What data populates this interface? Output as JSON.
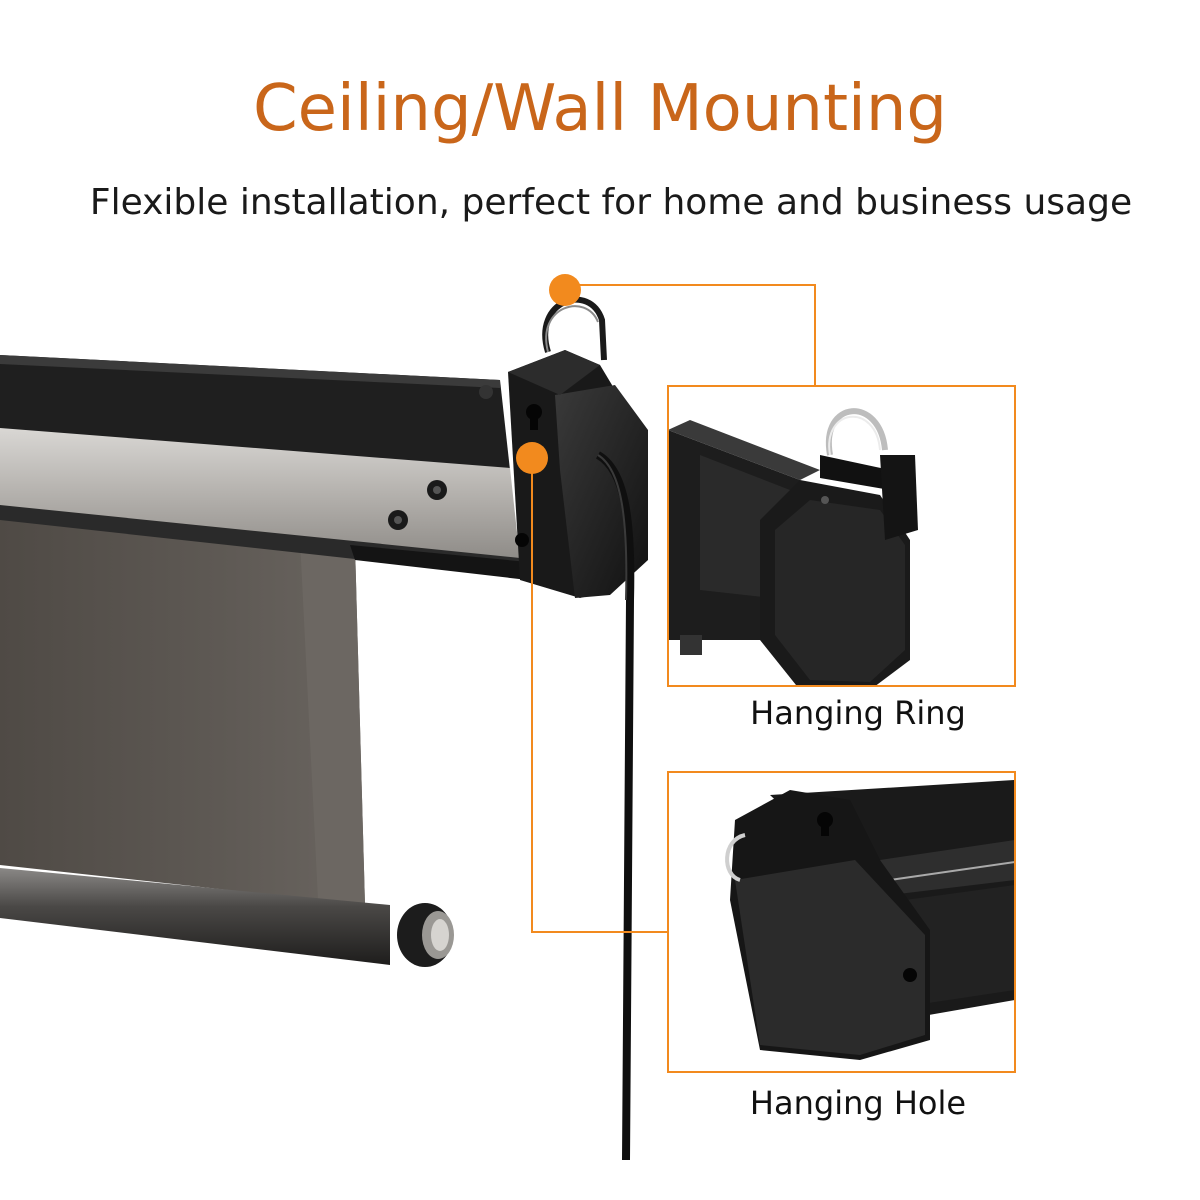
{
  "heading": {
    "title": "Ceiling/Wall Mounting",
    "subtitle": "Flexible installation, perfect for home and business usage"
  },
  "callouts": [
    {
      "label": "Hanging Ring"
    },
    {
      "label": "Hanging Hole"
    }
  ],
  "colors": {
    "accent": "#f28a1e",
    "title": "#c9661a",
    "housing": "#1c1c1c",
    "screen_fabric": "#5a5550",
    "aluminum": "#b8b6b3"
  }
}
